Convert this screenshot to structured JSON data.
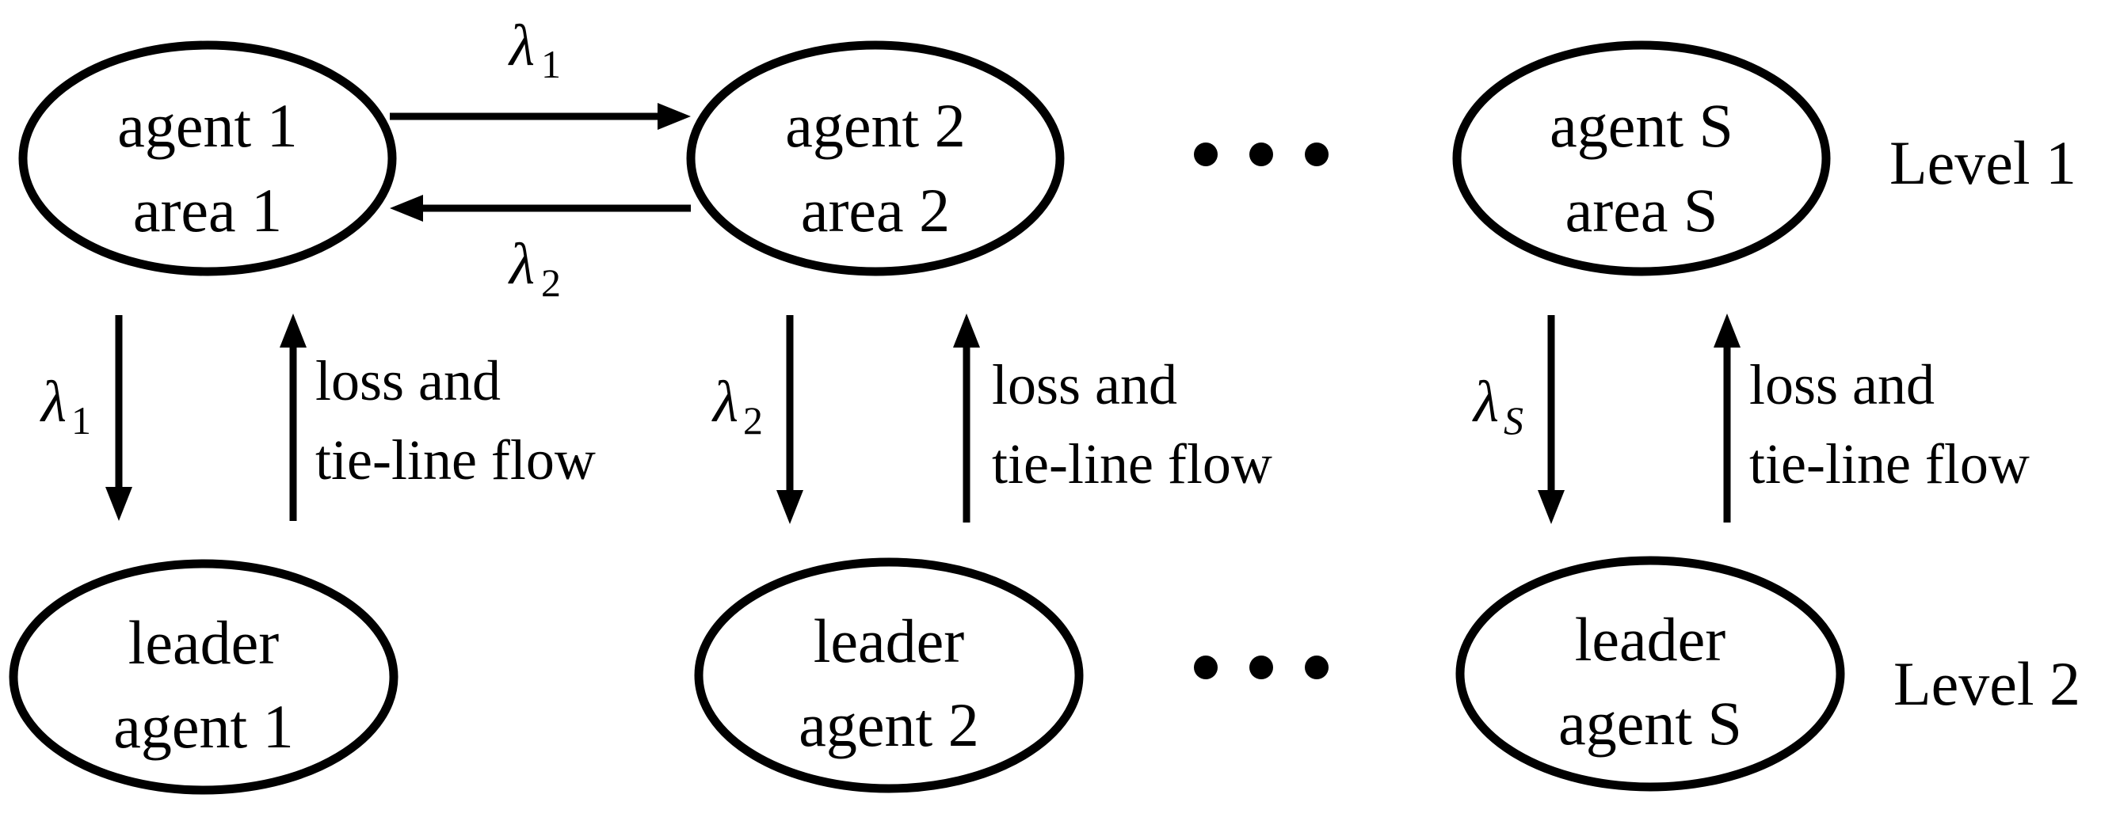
{
  "nodes": {
    "agent1": {
      "line1": "agent 1",
      "line2": "area 1"
    },
    "agent2": {
      "line1": "agent 2",
      "line2": "area 2"
    },
    "agentS": {
      "line1": "agent S",
      "line2": "area S"
    },
    "leader1": {
      "line1": "leader",
      "line2": "agent 1"
    },
    "leader2": {
      "line1": "leader",
      "line2": "agent 2"
    },
    "leaderS": {
      "line1": "leader",
      "line2": "agent S"
    }
  },
  "levels": {
    "level1": "Level 1",
    "level2": "Level 2"
  },
  "edge_labels": {
    "lambda_symbol": "λ",
    "sub_1": "1",
    "sub_2": "2",
    "sub_S": "S",
    "feedback_line1": "loss and",
    "feedback_line2": "tie-line flow"
  }
}
